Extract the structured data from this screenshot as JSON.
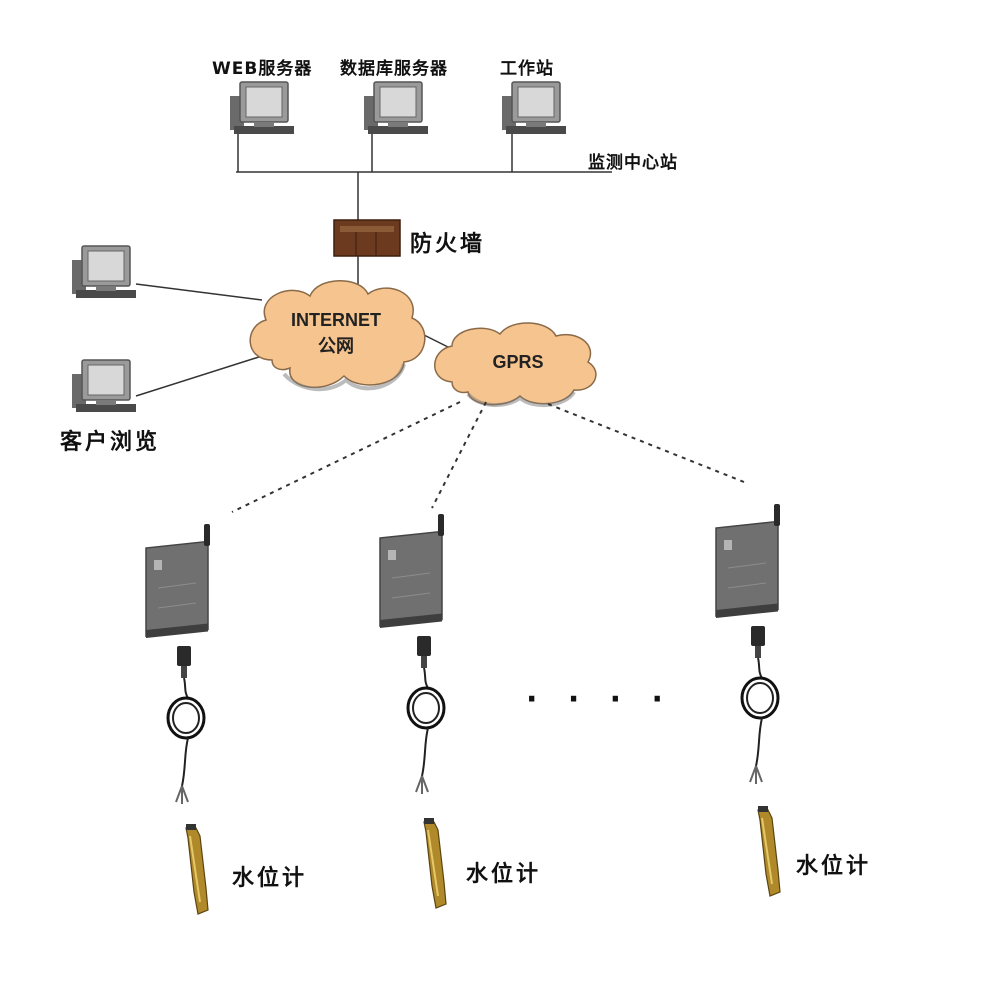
{
  "center": {
    "servers": [
      {
        "label": "WEB服务器"
      },
      {
        "label": "数据库服务器"
      },
      {
        "label": "工作站"
      }
    ],
    "station_label": "监测中心站"
  },
  "firewall": {
    "label": "防火墙"
  },
  "internet": {
    "line1": "INTERNET",
    "line2": "公网"
  },
  "gprs": {
    "label": "GPRS"
  },
  "clients": {
    "label": "客户浏览"
  },
  "field": {
    "sensor_label": "水位计",
    "ellipsis": "· · · ·"
  },
  "colors": {
    "cloud_fill": "#f6c48f",
    "cloud_stroke": "#7a5a3a",
    "firewall": "#6b3a1f",
    "monitor": "#8a8a8a",
    "terminal_body": "#6e6e6e",
    "sensor": "#b08a2a"
  }
}
